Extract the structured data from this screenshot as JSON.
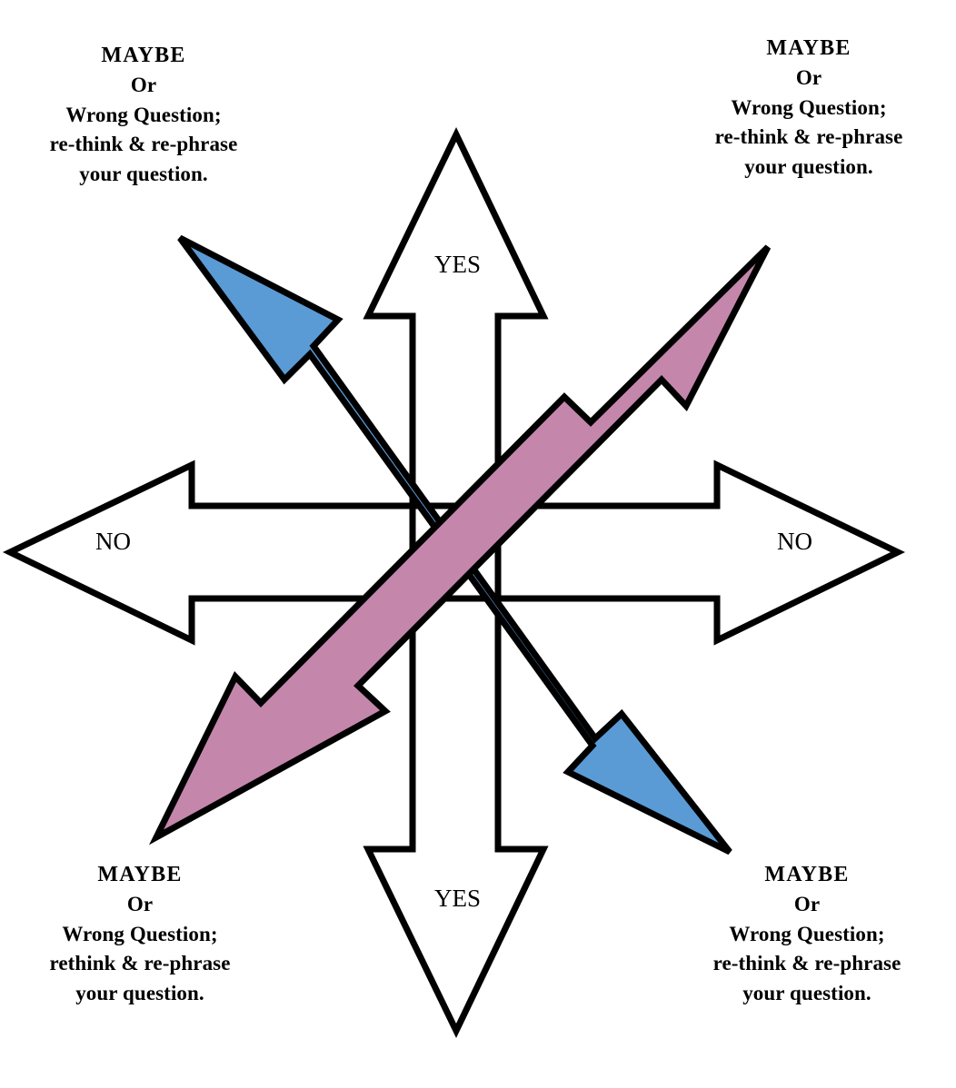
{
  "diagram": {
    "title": "Four-direction answer compass",
    "background_color": "#ffffff",
    "outline_color": "#000000",
    "arrow_fill_white": "#ffffff",
    "colors": {
      "blue_arrow": "#5B9BD5",
      "pink_arrow": "#C487AB",
      "outline": "#000000"
    },
    "axis_arrows": [
      {
        "direction": "up",
        "label": "YES"
      },
      {
        "direction": "down",
        "label": "YES"
      },
      {
        "direction": "left",
        "label": "NO"
      },
      {
        "direction": "right",
        "label": "NO"
      }
    ],
    "diagonal_arrows": [
      {
        "name": "blue-arrow",
        "orientation": "northwest-southeast",
        "color": "#5B9BD5"
      },
      {
        "name": "pink-arrow",
        "orientation": "northeast-southwest",
        "color": "#C487AB"
      }
    ],
    "corner_labels": {
      "top_left": {
        "line1": "MAYBE",
        "line2": "Or",
        "line3": "Wrong Question;",
        "line4": "re-think & re-phrase",
        "line5": "your question."
      },
      "top_right": {
        "line1": "MAYBE",
        "line2": "Or",
        "line3": "Wrong Question;",
        "line4": "re-think & re-phrase",
        "line5": "your question."
      },
      "bottom_left": {
        "line1": "MAYBE",
        "line2": "Or",
        "line3": "Wrong Question;",
        "line4": "rethink & re-phrase",
        "line5": "your question."
      },
      "bottom_right": {
        "line1": "MAYBE",
        "line2": "Or",
        "line3": "Wrong Question;",
        "line4": "re-think & re-phrase",
        "line5": "your question."
      }
    },
    "axis_label_text": {
      "yes_top": "YES",
      "yes_bottom": "YES",
      "no_left": "NO",
      "no_right": "NO"
    }
  }
}
